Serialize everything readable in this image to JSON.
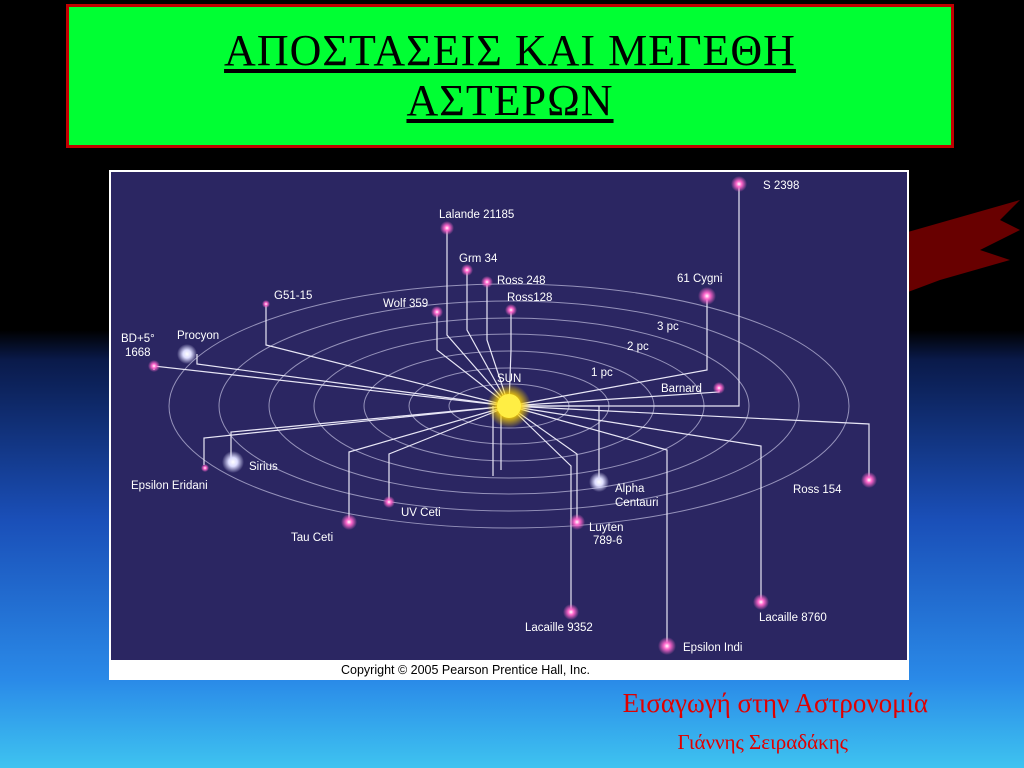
{
  "slide": {
    "title_line1": "ΑΠΟΣΤΑΣΕΙΣ ΚΑΙ ΜΕΓΕΘΗ",
    "title_line2": "ΑΣΤΕΡΩΝ",
    "footer_line1": "Εισαγωγή στην Αστρονομία",
    "footer_line2": "Γιάννης Σειραδάκης",
    "colors": {
      "title_background": "#00ff33",
      "title_border": "#c00000",
      "footer_text": "#e00000",
      "diagram_background": "#2b2662"
    }
  },
  "diagram": {
    "center_label": "SUN",
    "copyright": "Copyright © 2005 Pearson Prentice Hall, Inc.",
    "rings": [
      "1 pc",
      "2 pc",
      "3 pc"
    ],
    "stars": [
      {
        "name": "S 2398"
      },
      {
        "name": "Lalande 21185"
      },
      {
        "name": "Grm 34"
      },
      {
        "name": "Ross 248"
      },
      {
        "name": "Ross128"
      },
      {
        "name": "Wolf 359"
      },
      {
        "name": "G51-15"
      },
      {
        "name": "61 Cygni"
      },
      {
        "name": "BD+5°"
      },
      {
        "name": "1668"
      },
      {
        "name": "Procyon"
      },
      {
        "name": "Barnard"
      },
      {
        "name": "Sirius"
      },
      {
        "name": "Epsilon Eridani"
      },
      {
        "name": "Alpha"
      },
      {
        "name": "Centauri"
      },
      {
        "name": "Ross 154"
      },
      {
        "name": "UV Ceti"
      },
      {
        "name": "Tau Ceti"
      },
      {
        "name": "Luyten"
      },
      {
        "name": "789-6"
      },
      {
        "name": "Lacaille 8760"
      },
      {
        "name": "Lacaille 9352"
      },
      {
        "name": "Epsilon Indi"
      }
    ]
  }
}
